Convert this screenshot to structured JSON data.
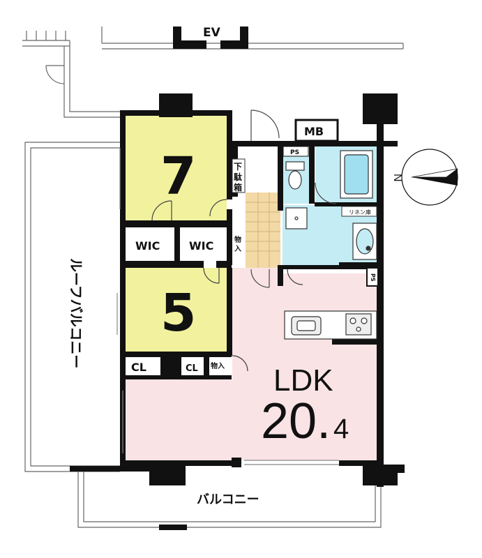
{
  "labels": {
    "ev": "EV",
    "mb": "MB",
    "ps_top": "PS",
    "ps_right": "PS",
    "room7": "7",
    "room5": "5",
    "wic1": "WIC",
    "wic2": "WIC",
    "cl1": "CL",
    "cl2": "CL",
    "storage_small": "物入",
    "storage_v1": "物",
    "storage_v2": "入",
    "shoe_v1": "下",
    "shoe_v2": "駄",
    "shoe_v3": "箱",
    "linen": "リネン庫",
    "ldk": "LDK",
    "ldk_size_int": "20.",
    "ldk_size_dec": "4",
    "roof_balcony": "ルーフバルコニー",
    "balcony": "バルコニー",
    "compass_n": "N"
  },
  "colors": {
    "bedroom": "#f2f29e",
    "ldk": "#f9e3e5",
    "wet": "#c4ecf4",
    "bath": "#9fdff0",
    "hall": "#f3d9a6",
    "wall": "#111111"
  },
  "compass": {
    "north_direction": "left"
  }
}
